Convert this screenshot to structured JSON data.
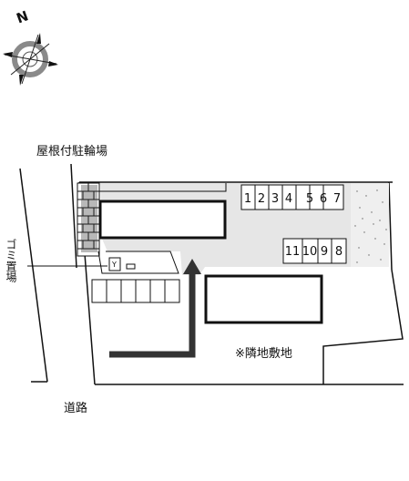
{
  "compass": {
    "north_letter": "N"
  },
  "labels": {
    "bicycle_parking": "屋根付駐輪場",
    "garbage": "ゴミ置場",
    "road": "道路",
    "neighbor": "※隣地敷地"
  },
  "parking": {
    "row_top": [
      "1",
      "2",
      "3",
      "4",
      "5",
      "6",
      "7"
    ],
    "row_bottom": [
      "11",
      "10",
      "9",
      "8"
    ]
  },
  "colors": {
    "line": "#111111",
    "site_fill": "#e6e6e6",
    "planting_fill": "#efefef",
    "arrow": "#333333"
  }
}
